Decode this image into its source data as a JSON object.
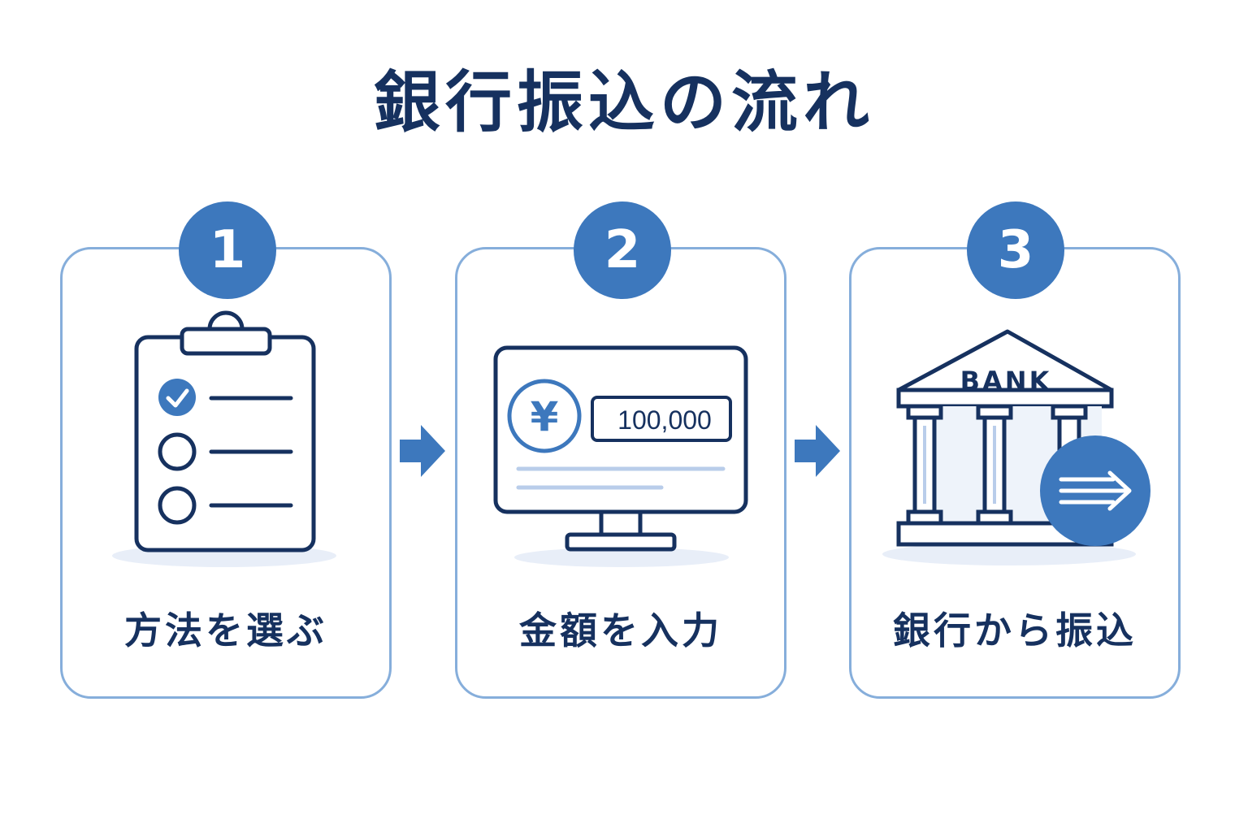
{
  "title": "銀行振込の流れ",
  "steps": [
    {
      "number": "1",
      "label": "方法を選ぶ"
    },
    {
      "number": "2",
      "label": "金額を入力",
      "currency_symbol": "¥",
      "amount": "100,000"
    },
    {
      "number": "3",
      "label": "銀行から振込",
      "bank_sign": "BANK"
    }
  ],
  "colors": {
    "navy": "#16315f",
    "accent": "#3d78bd",
    "card_border": "#86aedb",
    "light_fill": "#e8eef8"
  }
}
